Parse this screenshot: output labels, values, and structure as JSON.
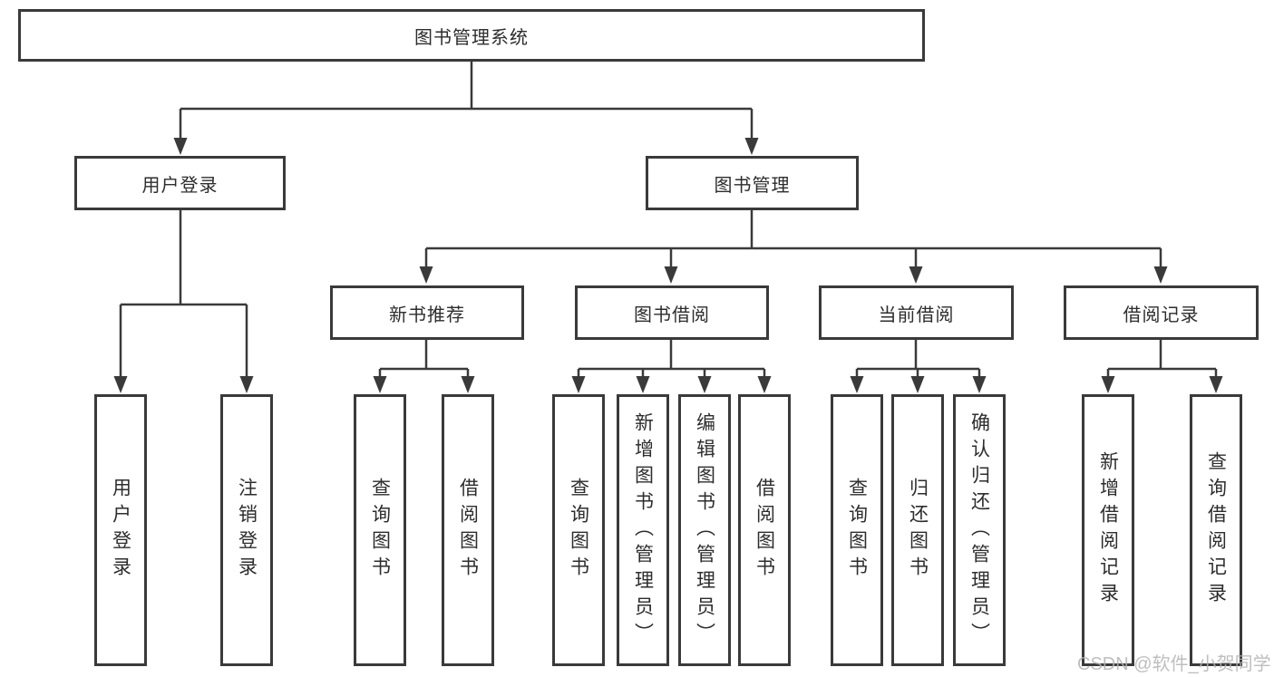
{
  "colors": {
    "background": "#ffffff",
    "line": "#3a3a3a",
    "box_border": "#3a3a3a",
    "text": "#2d2d2d",
    "watermark": "#b3b3b3"
  },
  "watermark": {
    "text": "CSDN @软件_小贺同学"
  },
  "tree": {
    "root": {
      "label": "图书管理系统",
      "children": [
        {
          "label": "用户登录",
          "children": [
            {
              "label": "用户登录"
            },
            {
              "label": "注销登录"
            }
          ]
        },
        {
          "label": "图书管理",
          "children": [
            {
              "label": "新书推荐",
              "children": [
                {
                  "label": "查询图书"
                },
                {
                  "label": "借阅图书"
                }
              ]
            },
            {
              "label": "图书借阅",
              "children": [
                {
                  "label": "查询图书"
                },
                {
                  "label": "新增图书（管理员）"
                },
                {
                  "label": "编辑图书（管理员）"
                },
                {
                  "label": "借阅图书"
                }
              ]
            },
            {
              "label": "当前借阅",
              "children": [
                {
                  "label": "查询图书"
                },
                {
                  "label": "归还图书"
                },
                {
                  "label": "确认归还（管理员）"
                }
              ]
            },
            {
              "label": "借阅记录",
              "children": [
                {
                  "label": "新增借阅记录"
                },
                {
                  "label": "查询借阅记录"
                }
              ]
            }
          ]
        }
      ]
    }
  }
}
